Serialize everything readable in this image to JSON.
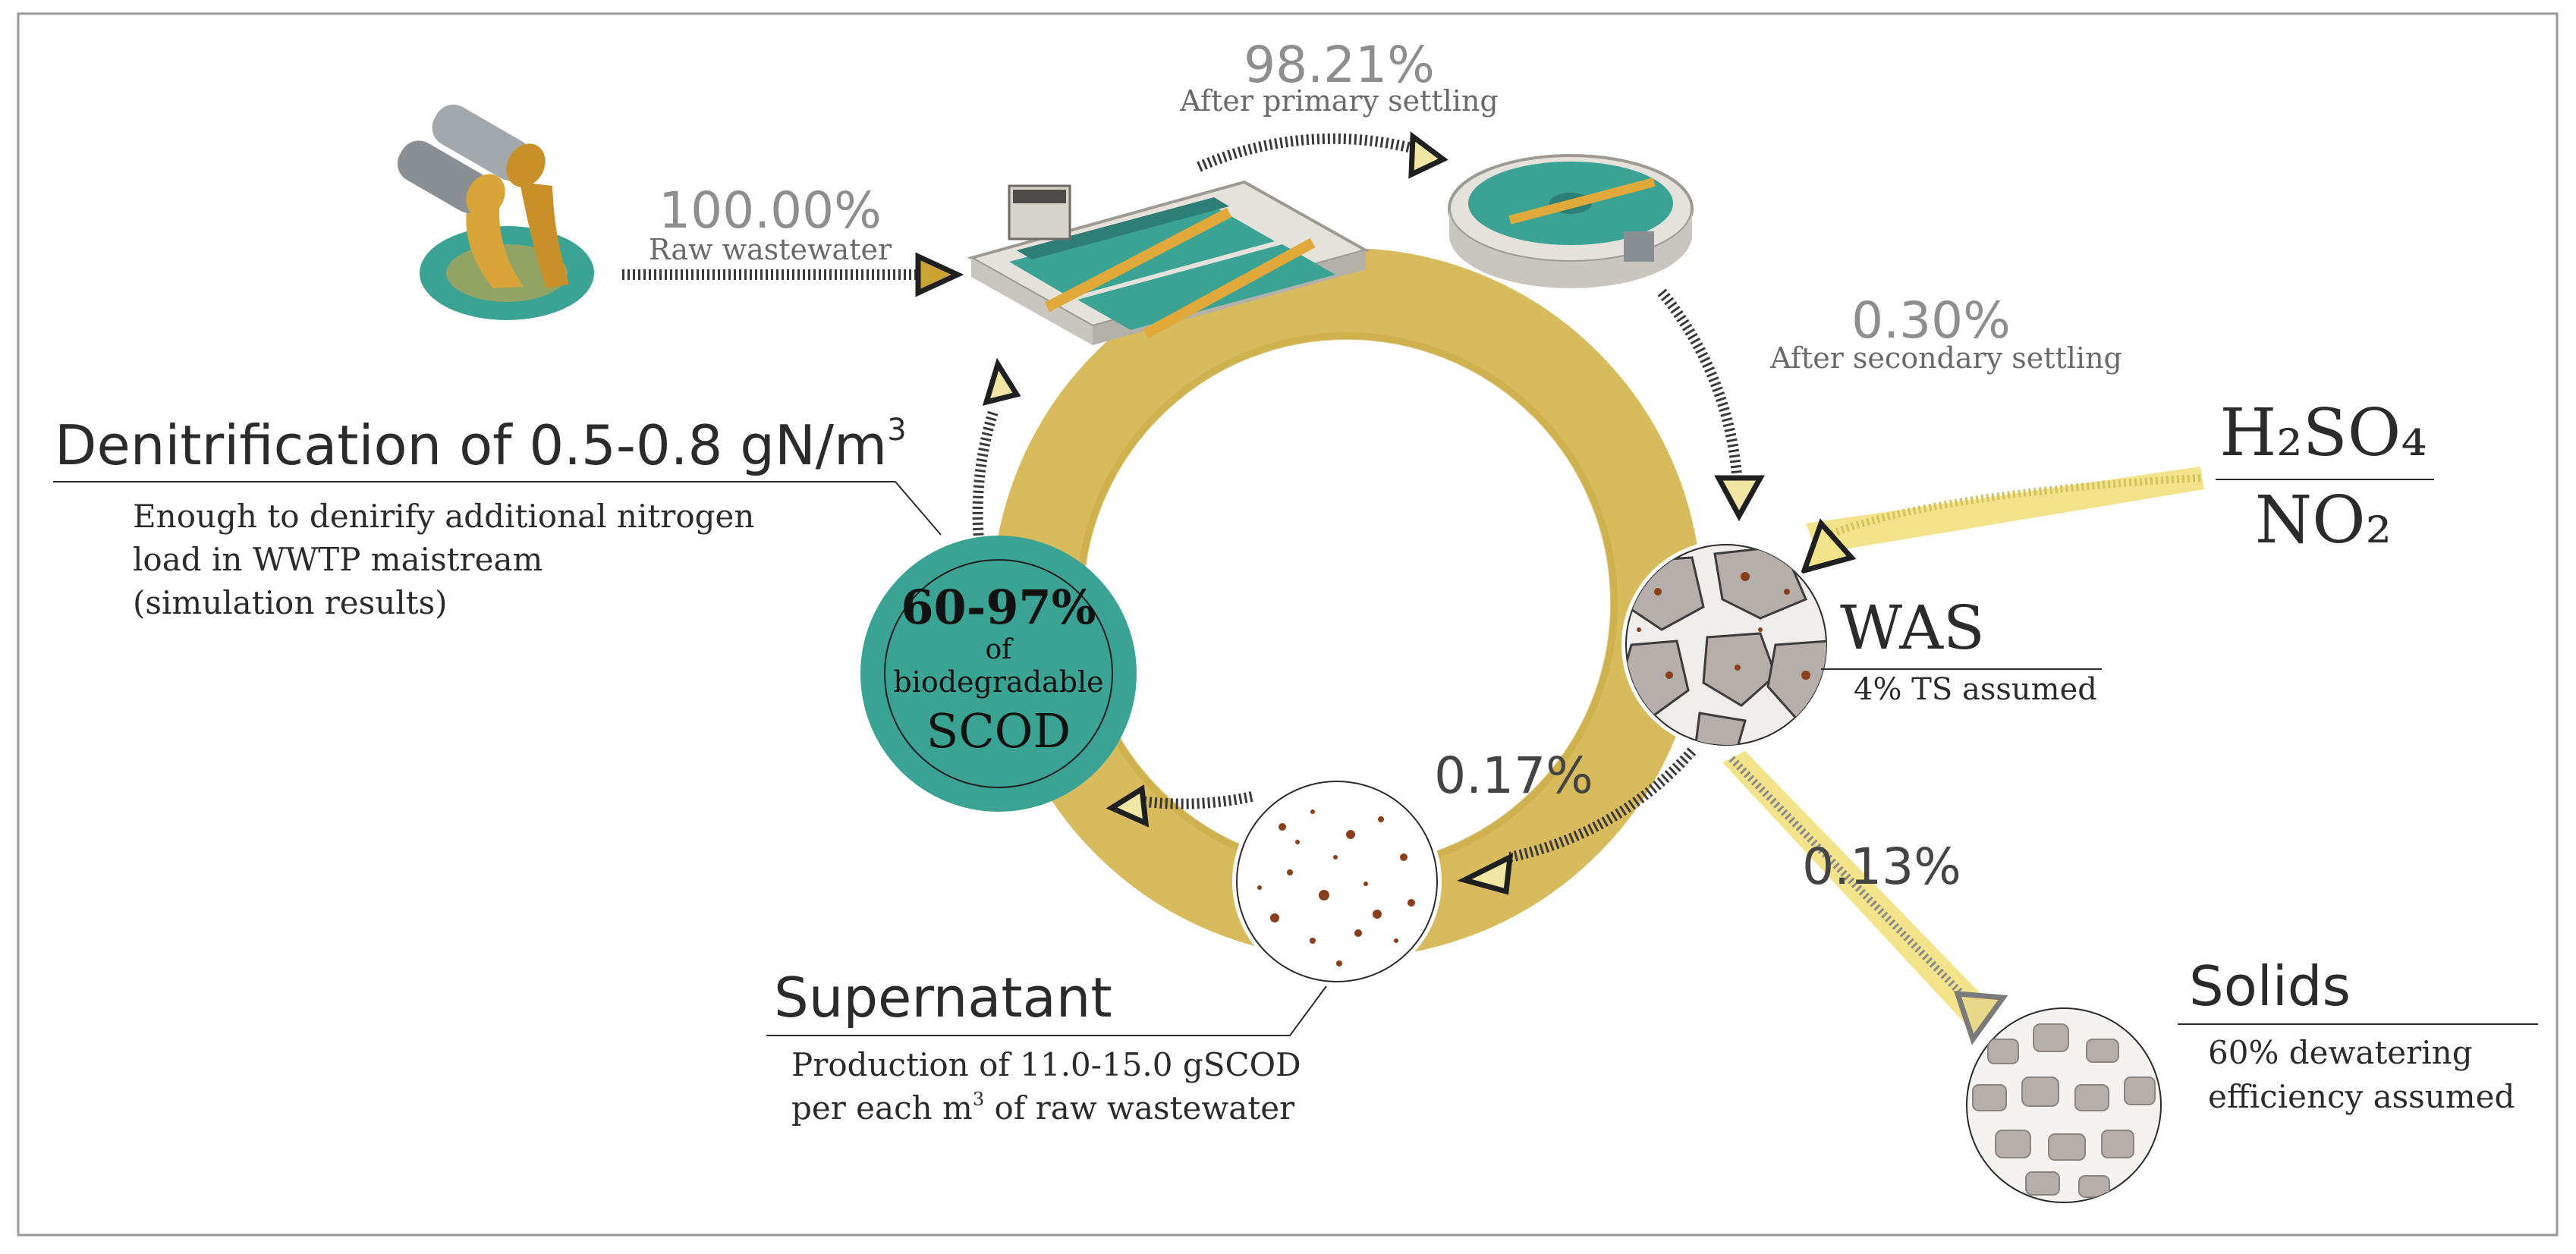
{
  "colors": {
    "ring": "#d7bb5d",
    "ring_dark": "#c9aa44",
    "ring_light": "#f3e38a",
    "teal": "#3aa394",
    "teal_dark": "#2d7e74",
    "sludge": "#b5aeaa",
    "speck": "#8a3f1a",
    "text_grey": "#8e8e8e",
    "text_dark": "#2b2b2b"
  },
  "flow": {
    "raw": {
      "percent": "100.00%",
      "label": "Raw wastewater"
    },
    "primary": {
      "percent": "98.21%",
      "label": "After primary settling"
    },
    "secondary": {
      "percent": "0.30%",
      "label": "After secondary settling"
    },
    "supernatant_flow": {
      "percent": "0.17%"
    },
    "solids_flow": {
      "percent": "0.13%"
    }
  },
  "chemicals": {
    "line1": "H₂SO₄",
    "line2": "NO₂"
  },
  "was": {
    "title": "WAS",
    "note": "4% TS assumed"
  },
  "scod": {
    "percent": "60-97%",
    "of": "of",
    "biodegradable": "biodegradable",
    "scod": "SCOD"
  },
  "denitrification": {
    "title_main": "Denitrification of 0.5-0.8 gN/m",
    "title_sup": "3",
    "desc": [
      "Enough to denirify additional nitrogen",
      "load in WWTP maistream",
      "(simulation results)"
    ]
  },
  "supernatant": {
    "title": "Supernatant",
    "desc_line1": "Production of 11.0-15.0 gSCOD",
    "desc_line2_a": "per each m",
    "desc_line2_sup": "3",
    "desc_line2_b": " of raw wastewater"
  },
  "solids": {
    "title": "Solids",
    "desc": [
      "60% dewatering",
      "efficiency assumed"
    ]
  }
}
